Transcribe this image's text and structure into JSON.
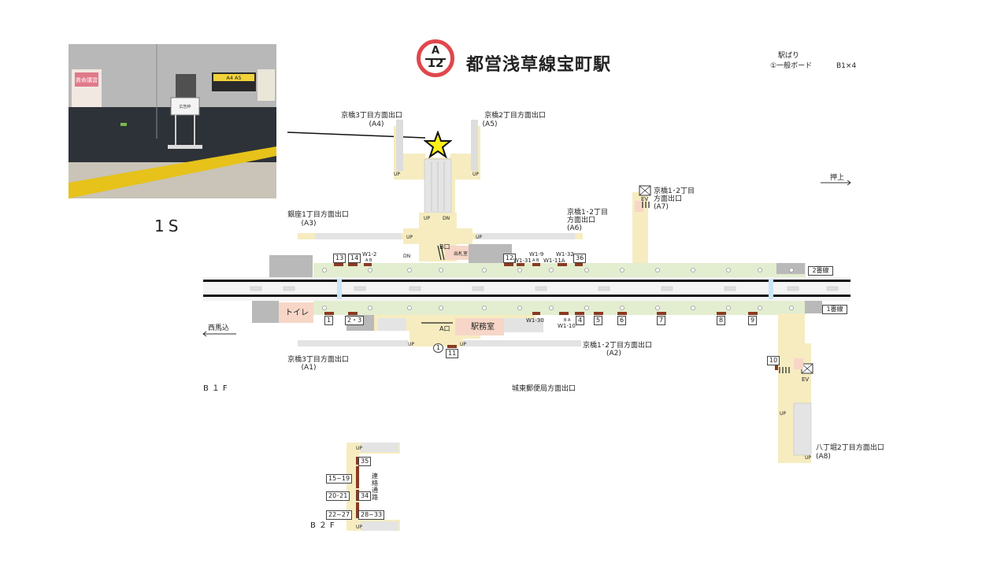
{
  "header": {
    "line_letter": "A",
    "station_number": "12",
    "station_name": "都営浅草線宝町駅"
  },
  "info": {
    "line1": "駅ばり",
    "line2": "①一般ボード",
    "line3": "B1×4"
  },
  "location_code": "1S",
  "photo": {
    "poster_left": "救命講習",
    "sign_exits": "A4 A5",
    "board_label": "広告枠"
  },
  "directions": {
    "oshiage": "押上",
    "nishi_magome": "西馬込"
  },
  "tracks": {
    "track2": "2番線",
    "track1": "1番線"
  },
  "exits": {
    "a4_name": "京橋3丁目方面出口",
    "a4_code": "(A4)",
    "a5_name": "京橋2丁目方面出口",
    "a5_code": "(A5)",
    "a3_name": "銀座1丁目方面出口",
    "a3_code": "(A3)",
    "a6_name_1": "京橋1･2丁目",
    "a6_name_2": "方面出口",
    "a6_code": "(A6)",
    "a7_name_1": "京橋1･2丁目",
    "a7_name_2": "方面出口",
    "a7_code": "(A7)",
    "a1_name": "京橋3丁目方面出口",
    "a1_code": "(A1)",
    "a2_name": "京橋1･2丁目方面出口",
    "a2_code": "(A2)",
    "a8_name": "八丁堀2丁目方面出口",
    "a8_code": "(A8)",
    "post_office": "城東郵便局方面出口"
  },
  "facilities": {
    "toilet": "トイレ",
    "office": "駅務室",
    "gate_label": "出札室",
    "gate_b": "B口",
    "gate_a": "A口",
    "ev": "EV",
    "up": "UP",
    "dn": "DN",
    "corridor": "連絡通路"
  },
  "floors": {
    "b1f": "B１F",
    "b2f": "B２F"
  },
  "boards": {
    "b13": "13",
    "b14": "14",
    "w12": "W1-2",
    "w12sub": "A B",
    "b12": "12",
    "w131": "W1-31",
    "w19": "W1-9",
    "w19sub": "A B",
    "w132": "W1-32",
    "w111a": "W1-11A",
    "b36": "36",
    "b1": "1",
    "b23": "2・3",
    "w130": "W1-30",
    "w110": "W1-10",
    "w110sub": "B A",
    "b4": "4",
    "b5": "5",
    "b6": "6",
    "b7": "7",
    "b8": "8",
    "b9": "9",
    "b10": "10",
    "b11": "11",
    "circle1": "1",
    "b35": "35",
    "b15_19": "15~19",
    "b20_21": "20･21",
    "b34": "34",
    "b22_27": "22~27",
    "b28_33": "28~33"
  },
  "colors": {
    "badge_red": "#e0474c",
    "concourse_yellow": "#f6ecc0",
    "platform_green": "#e3edd0",
    "facility_pink": "#f7d6c8",
    "gray_block": "#b9b9b9",
    "board_marker": "#8a3a22",
    "star": "#ffef1a"
  },
  "icons": {
    "star": "star-icon",
    "elevator": "elevator-icon",
    "arrow": "direction-arrow-icon"
  }
}
